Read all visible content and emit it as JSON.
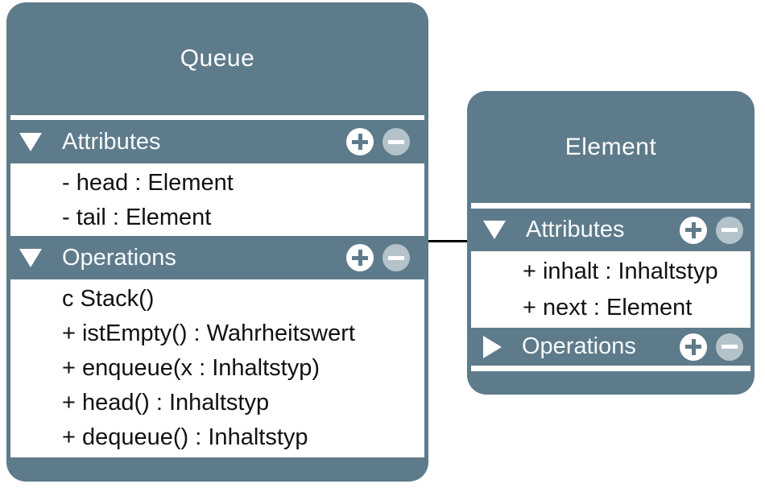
{
  "colors": {
    "box_fill": "#5e7b8b",
    "header_text": "#ffffff",
    "member_text": "#121212",
    "plus_button_fill": "#ffffff",
    "plus_glyph": "#5e7b8b",
    "minus_button_fill": "#b4c2ca",
    "minus_glyph": "#ffffff",
    "connector": "#000000"
  },
  "icons": {
    "expanded": "triangle-down-icon",
    "collapsed": "triangle-right-icon",
    "add": "plus-circle-icon",
    "remove": "minus-circle-icon"
  },
  "classes": [
    {
      "name": "Queue",
      "sections": [
        {
          "label": "Attributes",
          "state": "expanded",
          "items": [
            "- head : Element",
            "- tail : Element"
          ]
        },
        {
          "label": "Operations",
          "state": "expanded",
          "items": [
            "c Stack()",
            "+ istEmpty() : Wahrheitswert",
            "+ enqueue(x : Inhaltstyp)",
            "+ head() : Inhaltstyp",
            "+ dequeue() : Inhaltstyp"
          ]
        }
      ]
    },
    {
      "name": "Element",
      "sections": [
        {
          "label": "Attributes",
          "state": "expanded",
          "items": [
            "+ inhalt : Inhaltstyp",
            "+ next : Element"
          ]
        },
        {
          "label": "Operations",
          "state": "collapsed",
          "items": []
        }
      ]
    }
  ],
  "connector": {
    "from": "Queue",
    "to": "Element"
  }
}
